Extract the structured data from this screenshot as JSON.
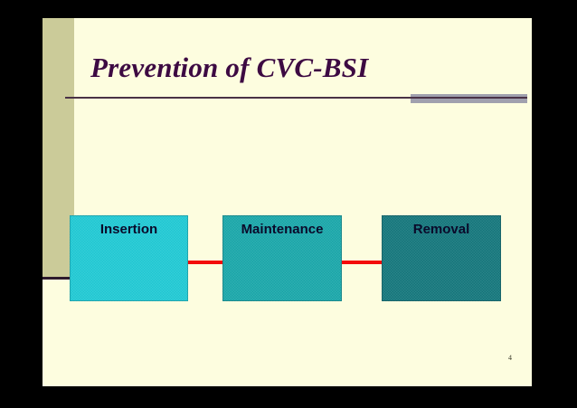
{
  "slide": {
    "title": "Prevention of CVC-BSI",
    "background_color": "#fdfddf",
    "band_color": "#cbcb99",
    "title_color": "#3d0a42",
    "rule_color": "#4a3246",
    "accent_bar_color": "#a0a0ae",
    "slide_number": "4"
  },
  "process": {
    "connector_color": "#f30b0b",
    "steps": [
      {
        "label": "Insertion",
        "fill_color": "#1ec7d2",
        "text_color": "#0a0a2a"
      },
      {
        "label": "Maintenance",
        "fill_color": "#18a5a8",
        "text_color": "#0a0a2a"
      },
      {
        "label": "Removal",
        "fill_color": "#13757a",
        "text_color": "#0a0a2a"
      }
    ]
  }
}
